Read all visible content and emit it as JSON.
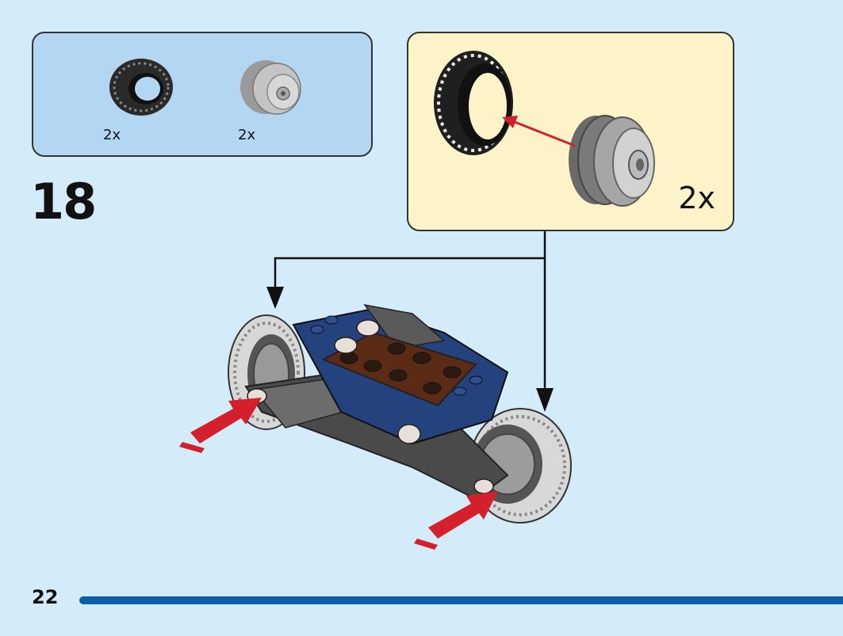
{
  "parts_list": {
    "items": [
      {
        "name": "tire-icon",
        "qty": "2x"
      },
      {
        "name": "wheel-rim-icon",
        "qty": "2x"
      }
    ]
  },
  "step": {
    "number": "18"
  },
  "subassembly": {
    "qty": "2x"
  },
  "page": {
    "number": "22"
  },
  "colors": {
    "panel_blue": "#b3d6f2",
    "panel_yellow": "#fdf3c8",
    "arrow_red": "#d4202c",
    "bar_blue": "#0a5ea8"
  }
}
